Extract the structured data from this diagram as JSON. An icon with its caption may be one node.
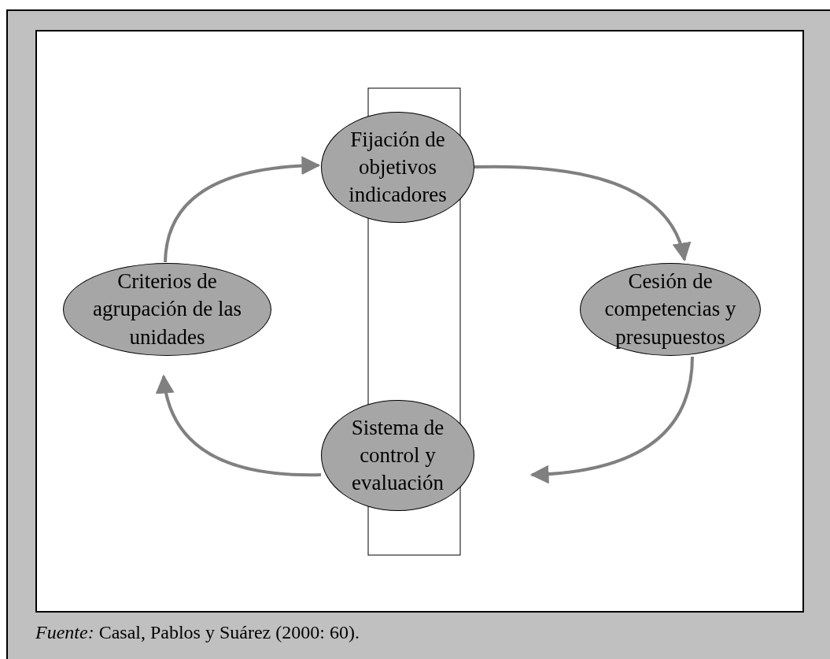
{
  "diagram": {
    "caption": "*Fuente:* Casal, Pablos y Suárez (2000: 60).",
    "nodes": [
      {
        "text": [
          "Fijación de objetivos indicadores"
        ]
      },
      {
        "text": [
          "Criterios de agrupación de las unidades"
        ]
      },
      {
        "text": [
          "Cesión de competencias y presupuestos"
        ]
      },
      {
        "text": [
          "Sistema de control y evaluación"
        ]
      }
    ],
    "edges": [
      {
        "from": 0,
        "to": 2,
        "arrow": "to"
      },
      {
        "from": 2,
        "to": 3,
        "arrow": "to"
      },
      {
        "from": 3,
        "to": 1,
        "arrow": "to"
      },
      {
        "from": 1,
        "to": 0,
        "arrow": "to"
      }
    ]
  }
}
